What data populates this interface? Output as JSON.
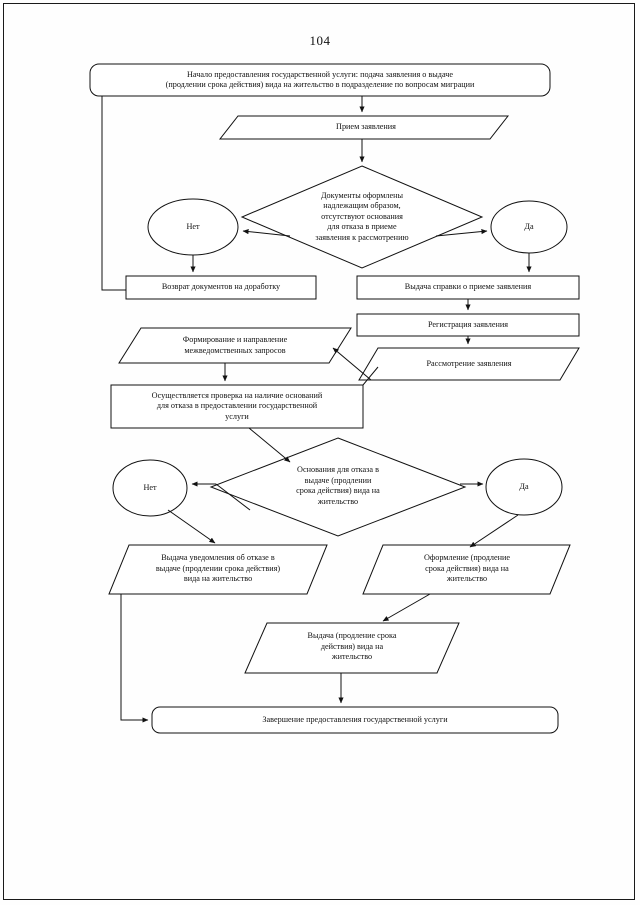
{
  "document": {
    "page_number": "104",
    "language": "ru",
    "title": "Блок-схема предоставления государственной услуги"
  },
  "chart_data": {
    "type": "diagram",
    "diagram_kind": "flowchart",
    "orientation": "top-to-bottom",
    "nodes": [
      {
        "id": "start",
        "shape": "rounded-rectangle",
        "text": "Начало предоставления государственной услуги: подача заявления о выдаче\n(продлении срока действия) вида на жительство в подразделение по вопросам миграции"
      },
      {
        "id": "priem",
        "shape": "parallelogram",
        "text": "Прием заявления"
      },
      {
        "id": "decision1",
        "shape": "diamond",
        "text": "Документы оформлены\nнадлежащим образом,\nотсутствуют основания\nдля отказа в приеме\nзаявления к рассмотрению"
      },
      {
        "id": "net1",
        "shape": "ellipse",
        "text": "Нет"
      },
      {
        "id": "da1",
        "shape": "ellipse",
        "text": "Да"
      },
      {
        "id": "vozvrat",
        "shape": "rectangle",
        "text": "Возврат документов на доработку"
      },
      {
        "id": "spravka",
        "shape": "rectangle",
        "text": "Выдача справки о приеме заявления"
      },
      {
        "id": "registraciya",
        "shape": "rectangle",
        "text": "Регистрация заявления"
      },
      {
        "id": "rassmotrenie",
        "shape": "parallelogram",
        "text": "Рассмотрение заявления"
      },
      {
        "id": "formirovanie",
        "shape": "parallelogram",
        "text": "Формирование и направление\nмежведомственных запросов"
      },
      {
        "id": "proverka",
        "shape": "rectangle",
        "text": "Осуществляется проверка на наличие оснований\nдля отказа в предоставлении государственной\nуслуги"
      },
      {
        "id": "decision2",
        "shape": "diamond",
        "text": "Основания для отказа в\nвыдаче (продлении\nсрока действия) вида на\nжительство"
      },
      {
        "id": "net2",
        "shape": "ellipse",
        "text": "Нет"
      },
      {
        "id": "da2",
        "shape": "ellipse",
        "text": "Да"
      },
      {
        "id": "uvedomlenie",
        "shape": "parallelogram",
        "text": "Выдача уведомления об отказе в\nвыдаче (продлении срока действия)\nвида на жительство"
      },
      {
        "id": "oformlenie",
        "shape": "parallelogram",
        "text": "Оформление (продление\nсрока действия) вида на\nжительство"
      },
      {
        "id": "vydacha",
        "shape": "parallelogram",
        "text": "Выдача (продление срока\nдействия) вида на\nжительство"
      },
      {
        "id": "finish",
        "shape": "rounded-rectangle",
        "text": "Завершение предоставления государственной услуги"
      }
    ],
    "edges": [
      {
        "from": "start",
        "to": "priem",
        "label": ""
      },
      {
        "from": "priem",
        "to": "decision1",
        "label": ""
      },
      {
        "from": "decision1",
        "to": "net1",
        "label": "Нет"
      },
      {
        "from": "decision1",
        "to": "da1",
        "label": "Да"
      },
      {
        "from": "net1",
        "to": "vozvrat",
        "label": ""
      },
      {
        "from": "da1",
        "to": "spravka",
        "label": ""
      },
      {
        "from": "vozvrat",
        "to": "start",
        "label": ""
      },
      {
        "from": "spravka",
        "to": "registraciya",
        "label": ""
      },
      {
        "from": "registraciya",
        "to": "rassmotrenie",
        "label": ""
      },
      {
        "from": "rassmotrenie",
        "to": "formirovanie",
        "label": ""
      },
      {
        "from": "formirovanie",
        "to": "proverka",
        "label": ""
      },
      {
        "from": "proverka",
        "to": "decision2",
        "label": ""
      },
      {
        "from": "decision2",
        "to": "net2",
        "label": "Нет"
      },
      {
        "from": "decision2",
        "to": "da2",
        "label": "Да"
      },
      {
        "from": "net2",
        "to": "uvedomlenie",
        "label": ""
      },
      {
        "from": "da2",
        "to": "oformlenie",
        "label": ""
      },
      {
        "from": "oformlenie",
        "to": "vydacha",
        "label": ""
      },
      {
        "from": "vydacha",
        "to": "finish",
        "label": ""
      },
      {
        "from": "uvedomlenie",
        "to": "finish",
        "label": ""
      }
    ],
    "colors": {
      "stroke": "#111111",
      "fill": "#ffffff",
      "text": "#111111"
    }
  }
}
